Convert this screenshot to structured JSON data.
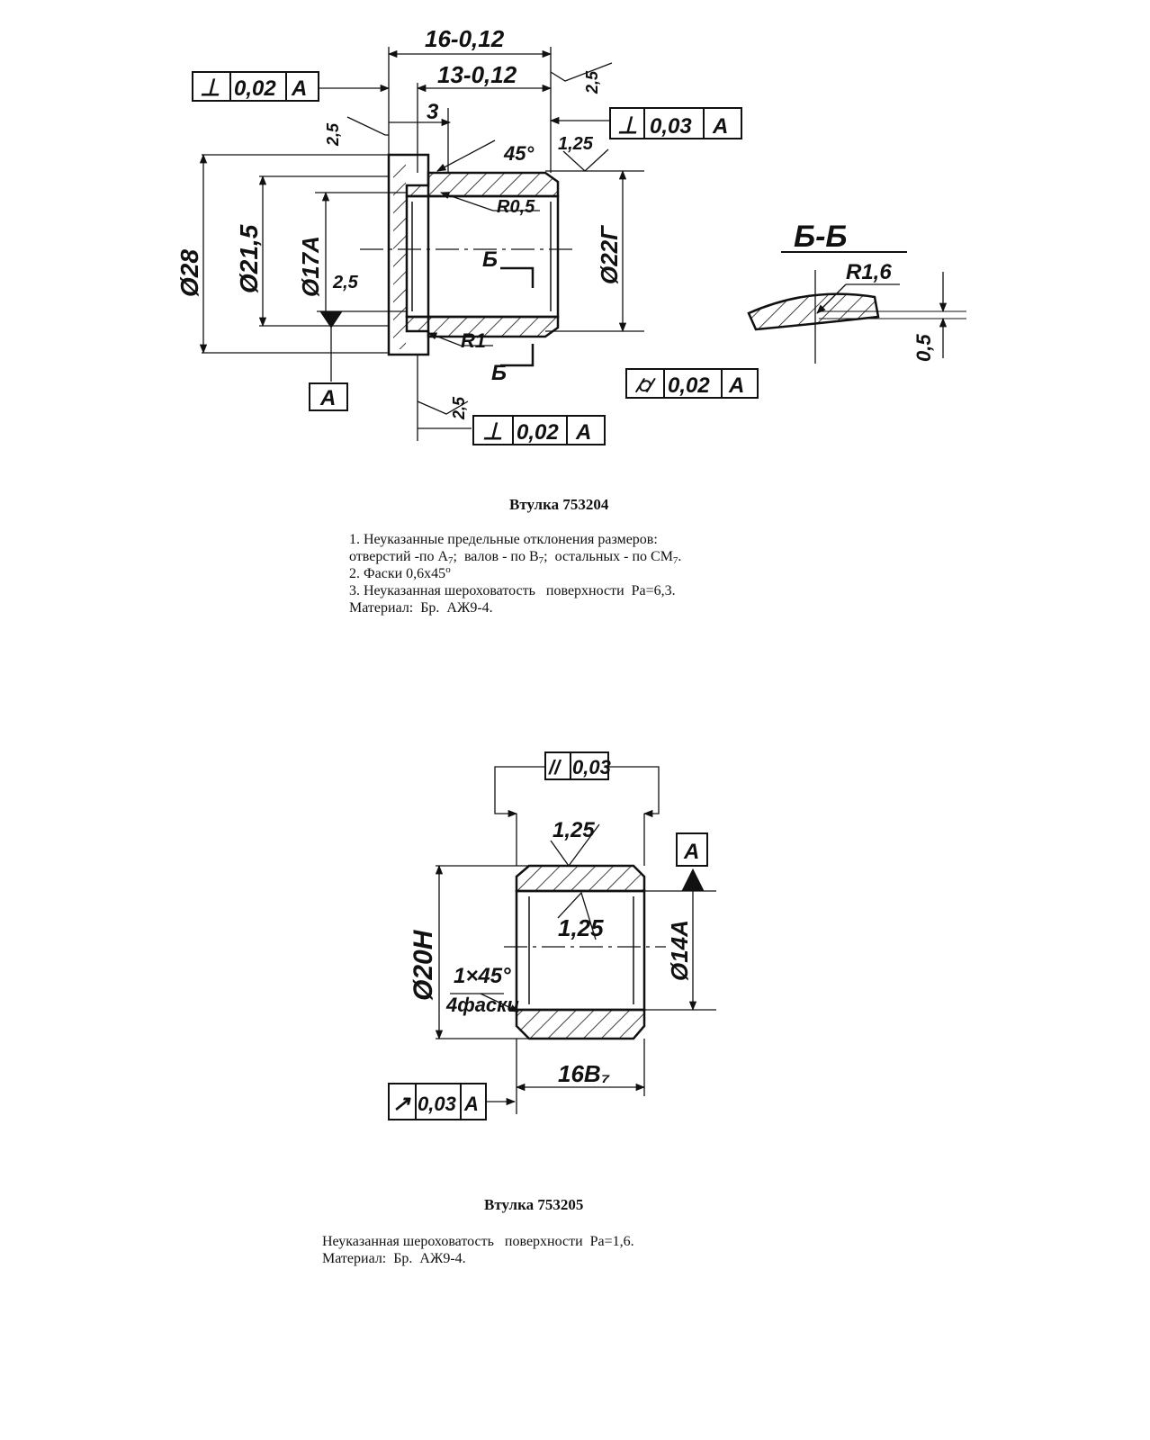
{
  "part1": {
    "caption": "Втулка  753204",
    "dims": {
      "total_length": "16-0,12",
      "bore_length": "13-0,12",
      "step": "3",
      "angle": "45°",
      "radius_inner": "R0,5",
      "radius_outer": "R1",
      "dia_outer": "Ø28",
      "dia_mid": "Ø21,5",
      "dia_bore": "Ø17A",
      "dia_shaft": "Ø22Г",
      "face": "2,5",
      "rough_top": "2,5",
      "rough_left": "2,5",
      "rough_bottom": "2,5",
      "rough_bore": "1,25"
    },
    "section": {
      "label": "Б-Б",
      "radius": "R1,6",
      "depth": "0,5",
      "cut_mark": "Б"
    },
    "datum": "A",
    "frames": [
      {
        "symbol": "⊥",
        "value": "0,02",
        "datum": "A"
      },
      {
        "symbol": "⊥",
        "value": "0,03",
        "datum": "A"
      },
      {
        "symbol": "⌭",
        "value": "0,02",
        "datum": "A"
      },
      {
        "symbol": "⊥",
        "value": "0,02",
        "datum": "A"
      }
    ],
    "notes": {
      "line1": "1. Неуказанные предельные отклонения размеров:",
      "line2_a": "отверстий -по А",
      "line2_b": ";  валов - по В",
      "line2_c": ";  остальных - по СМ",
      "line2_d": ".",
      "sub": "7",
      "line3": "2. Фаски 0,6х45",
      "deg": "о",
      "line4": "3. Неуказанная шероховатость   поверхности  Ра=6,3.",
      "line5": "Материал:  Бр.  АЖ9-4."
    }
  },
  "part2": {
    "caption": "Втулка  753205",
    "dims": {
      "dia_outer": "Ø20Н",
      "dia_bore": "Ø14А",
      "length": "16В₇",
      "chamfer": "1×45°",
      "chamfer_count": "4фаски",
      "rough_top": "1,25",
      "rough_bore": "1,25"
    },
    "datum": "A",
    "frames": [
      {
        "symbol": "//",
        "value": "0,03"
      },
      {
        "symbol": "↗",
        "value": "0,03",
        "datum": "A"
      }
    ],
    "notes": {
      "line1": "Неуказанная шероховатость   поверхности  Ра=1,6.",
      "line2": "Материал:  Бр.  АЖ9-4."
    }
  }
}
